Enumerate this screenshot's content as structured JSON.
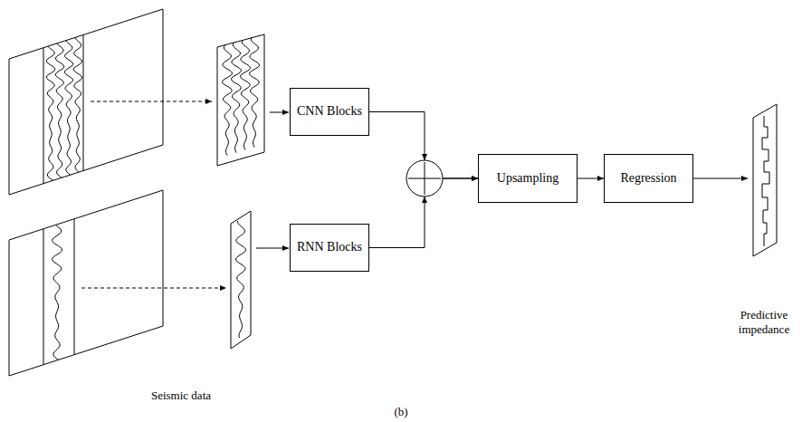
{
  "diagram": {
    "nodes": [
      {
        "text": [
          "CNN Blocks"
        ]
      },
      {
        "text": [
          "RNN Blocks"
        ]
      },
      {
        "text": [
          "Upsampling"
        ]
      },
      {
        "text": [
          "Regression"
        ]
      }
    ],
    "edges": [
      {
        "from": 0,
        "to": 2,
        "arrow": "to"
      },
      {
        "from": 1,
        "to": 2,
        "arrow": "to"
      },
      {
        "from": 2,
        "to": 3,
        "arrow": "to"
      }
    ],
    "labels": [
      "Seismic data",
      "Predictive impedance",
      "(b)"
    ]
  }
}
